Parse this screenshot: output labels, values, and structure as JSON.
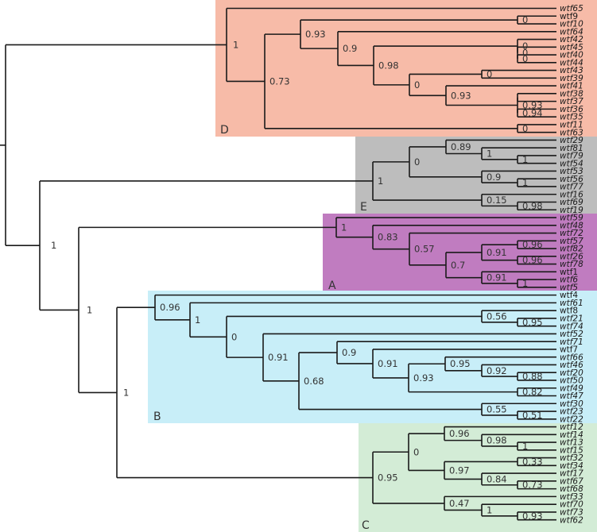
{
  "colors": {
    "clade_d": "#f7bba8",
    "clade_e": "#bdbdbd",
    "clade_a": "#c07cc0",
    "clade_b": "#c8eef8",
    "clade_c": "#d3ecd6",
    "branch": "#1a1a1a"
  },
  "clades": [
    {
      "id": "D",
      "label": "D",
      "color": "#f7bba8"
    },
    {
      "id": "E",
      "label": "E",
      "color": "#bdbdbd"
    },
    {
      "id": "A",
      "label": "A",
      "color": "#c07cc0"
    },
    {
      "id": "B",
      "label": "B",
      "color": "#c8eef8"
    },
    {
      "id": "C",
      "label": "C",
      "color": "#d3ecd6"
    }
  ],
  "tips": [
    {
      "id": "t1",
      "label": "wtf65",
      "italic": true
    },
    {
      "id": "t2",
      "label": "wtf9",
      "italic": false
    },
    {
      "id": "t3",
      "label": "wtf10",
      "italic": true
    },
    {
      "id": "t4",
      "label": "wtf64",
      "italic": true
    },
    {
      "id": "t5",
      "label": "wtf42",
      "italic": true
    },
    {
      "id": "t6",
      "label": "wtf45",
      "italic": true
    },
    {
      "id": "t7",
      "label": "wtf40",
      "italic": true
    },
    {
      "id": "t8",
      "label": "wtf44",
      "italic": true
    },
    {
      "id": "t9",
      "label": "wtf43",
      "italic": true
    },
    {
      "id": "t10",
      "label": "wtf39",
      "italic": true
    },
    {
      "id": "t11",
      "label": "wtf41",
      "italic": true
    },
    {
      "id": "t12",
      "label": "wtf38",
      "italic": true
    },
    {
      "id": "t13",
      "label": "wtf37",
      "italic": true
    },
    {
      "id": "t14",
      "label": "wtf36",
      "italic": true
    },
    {
      "id": "t15",
      "label": "wtf35",
      "italic": true
    },
    {
      "id": "t16",
      "label": "wtf11",
      "italic": true
    },
    {
      "id": "t17",
      "label": "wtf63",
      "italic": true
    },
    {
      "id": "t18",
      "label": "wtf29",
      "italic": true
    },
    {
      "id": "t19",
      "label": "wtf81",
      "italic": true
    },
    {
      "id": "t20",
      "label": "wtf79",
      "italic": true
    },
    {
      "id": "t21",
      "label": "wtf54",
      "italic": true
    },
    {
      "id": "t22",
      "label": "wtf53",
      "italic": true
    },
    {
      "id": "t23",
      "label": "wtf56",
      "italic": true
    },
    {
      "id": "t24",
      "label": "wtf77",
      "italic": true
    },
    {
      "id": "t25",
      "label": "wtf16",
      "italic": true
    },
    {
      "id": "t26",
      "label": "wtf69",
      "italic": true
    },
    {
      "id": "t27",
      "label": "wtf19",
      "italic": true
    },
    {
      "id": "t28",
      "label": "wtf59",
      "italic": true
    },
    {
      "id": "t29",
      "label": "wtf48",
      "italic": true
    },
    {
      "id": "t30",
      "label": "wtf72",
      "italic": true
    },
    {
      "id": "t31",
      "label": "wtf57",
      "italic": true
    },
    {
      "id": "t32",
      "label": "wtf82",
      "italic": true
    },
    {
      "id": "t33",
      "label": "wtf26",
      "italic": true
    },
    {
      "id": "t34",
      "label": "wtf78",
      "italic": true
    },
    {
      "id": "t35",
      "label": "wtf1",
      "italic": false
    },
    {
      "id": "t36",
      "label": "wtf6",
      "italic": true
    },
    {
      "id": "t37",
      "label": "wtf5",
      "italic": true
    },
    {
      "id": "t38",
      "label": "wtf4",
      "italic": false
    },
    {
      "id": "t39",
      "label": "wtf61",
      "italic": true
    },
    {
      "id": "t40",
      "label": "wtf8",
      "italic": false
    },
    {
      "id": "t41",
      "label": "wtf21",
      "italic": true
    },
    {
      "id": "t42",
      "label": "wtf74",
      "italic": true
    },
    {
      "id": "t43",
      "label": "wtf52",
      "italic": true
    },
    {
      "id": "t44",
      "label": "wtf71",
      "italic": true
    },
    {
      "id": "t45",
      "label": "wtf7",
      "italic": false
    },
    {
      "id": "t46",
      "label": "wtf66",
      "italic": true
    },
    {
      "id": "t47",
      "label": "wtf46",
      "italic": true
    },
    {
      "id": "t48",
      "label": "wtf20",
      "italic": true
    },
    {
      "id": "t49",
      "label": "wtf50",
      "italic": true
    },
    {
      "id": "t50",
      "label": "wtf49",
      "italic": true
    },
    {
      "id": "t51",
      "label": "wtf47",
      "italic": true
    },
    {
      "id": "t52",
      "label": "wtf30",
      "italic": true
    },
    {
      "id": "t53",
      "label": "wtf23",
      "italic": true
    },
    {
      "id": "t54",
      "label": "wtf22",
      "italic": true
    },
    {
      "id": "t55",
      "label": "wtf12",
      "italic": true
    },
    {
      "id": "t56",
      "label": "wtf14",
      "italic": true
    },
    {
      "id": "t57",
      "label": "wtf13",
      "italic": true
    },
    {
      "id": "t58",
      "label": "wtf15",
      "italic": true
    },
    {
      "id": "t59",
      "label": "wtf32",
      "italic": true
    },
    {
      "id": "t60",
      "label": "wtf34",
      "italic": true
    },
    {
      "id": "t61",
      "label": "wtf17",
      "italic": true
    },
    {
      "id": "t62",
      "label": "wtf67",
      "italic": true
    },
    {
      "id": "t63",
      "label": "wtf68",
      "italic": true
    },
    {
      "id": "t64",
      "label": "wtf33",
      "italic": true
    },
    {
      "id": "t65",
      "label": "wtf70",
      "italic": true
    },
    {
      "id": "t66",
      "label": "wtf73",
      "italic": true
    },
    {
      "id": "t67",
      "label": "wtf62",
      "italic": true
    }
  ],
  "nodes": [
    {
      "id": "root",
      "support": ""
    },
    {
      "id": "nR2",
      "support": "1"
    },
    {
      "id": "nR3",
      "support": "1"
    },
    {
      "id": "nR4",
      "support": "1"
    },
    {
      "id": "nD1",
      "support": "1"
    },
    {
      "id": "nD2",
      "support": "0.93"
    },
    {
      "id": "nD3",
      "support": "0.9"
    },
    {
      "id": "nD4",
      "support": "0.98"
    },
    {
      "id": "nD5",
      "support": "0"
    },
    {
      "id": "nD6",
      "support": "0.93"
    },
    {
      "id": "nD7",
      "support": "0"
    },
    {
      "id": "nD8",
      "support": "0.94"
    },
    {
      "id": "nD9",
      "support": "0"
    },
    {
      "id": "nD10",
      "support": "0.93"
    },
    {
      "id": "nD11",
      "support": "0"
    },
    {
      "id": "nD12",
      "support": "0"
    },
    {
      "id": "nD13",
      "support": "0"
    },
    {
      "id": "nD14",
      "support": "0"
    },
    {
      "id": "nD15",
      "support": "0.73"
    },
    {
      "id": "nE1",
      "support": "1"
    },
    {
      "id": "nE2",
      "support": "0"
    },
    {
      "id": "nE3",
      "support": "0.89"
    },
    {
      "id": "nE4",
      "support": "1"
    },
    {
      "id": "nE5",
      "support": "1"
    },
    {
      "id": "nE6",
      "support": "0.9"
    },
    {
      "id": "nE7",
      "support": "1"
    },
    {
      "id": "nE8",
      "support": "0.15"
    },
    {
      "id": "nE9",
      "support": "0.98"
    },
    {
      "id": "nA1",
      "support": "1"
    },
    {
      "id": "nA2",
      "support": "0.83"
    },
    {
      "id": "nA3",
      "support": "0.57"
    },
    {
      "id": "nA4",
      "support": "0.7"
    },
    {
      "id": "nA5",
      "support": "0.91"
    },
    {
      "id": "nA6",
      "support": "0.96"
    },
    {
      "id": "nA7",
      "support": "0.96"
    },
    {
      "id": "nA8",
      "support": "0.91"
    },
    {
      "id": "nA9",
      "support": "1"
    },
    {
      "id": "nB1",
      "support": "0.96"
    },
    {
      "id": "nB2",
      "support": "1"
    },
    {
      "id": "nB3",
      "support": "0"
    },
    {
      "id": "nB4",
      "support": "0.56"
    },
    {
      "id": "nB5",
      "support": "0.95"
    },
    {
      "id": "nB6",
      "support": "0.91"
    },
    {
      "id": "nB7",
      "support": "0.68"
    },
    {
      "id": "nB8",
      "support": "0.9"
    },
    {
      "id": "nB9",
      "support": "0.91"
    },
    {
      "id": "nB10",
      "support": "0.93"
    },
    {
      "id": "nB11",
      "support": "0.95"
    },
    {
      "id": "nB12",
      "support": "0.92"
    },
    {
      "id": "nB13",
      "support": "0.88"
    },
    {
      "id": "nB14",
      "support": "0.82"
    },
    {
      "id": "nB15",
      "support": "0.55"
    },
    {
      "id": "nB16",
      "support": "0.51"
    },
    {
      "id": "nC1",
      "support": "0.95"
    },
    {
      "id": "nC2",
      "support": "0"
    },
    {
      "id": "nC3",
      "support": "0.96"
    },
    {
      "id": "nC4",
      "support": "0.98"
    },
    {
      "id": "nC5",
      "support": "1"
    },
    {
      "id": "nC6",
      "support": "0.97"
    },
    {
      "id": "nC7",
      "support": "0.33"
    },
    {
      "id": "nC8",
      "support": "0.84"
    },
    {
      "id": "nC9",
      "support": "0.73"
    },
    {
      "id": "nC10",
      "support": "0.47"
    },
    {
      "id": "nC11",
      "support": "1"
    },
    {
      "id": "nC12",
      "support": "0.93"
    }
  ]
}
